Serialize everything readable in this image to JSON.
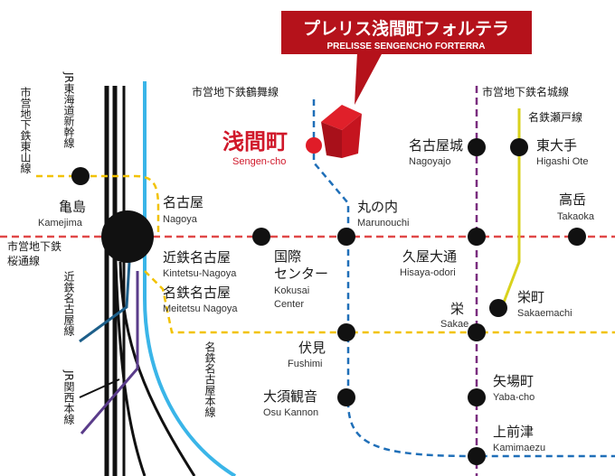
{
  "banner": {
    "title": "プレリス浅間町フォルテラ",
    "subtitle": "PRELISSE SENGENCHO FORTERRA",
    "color": "#b5121b"
  },
  "colors": {
    "tsurumai": "#1f6fb8",
    "meijo": "#7a2d7f",
    "higashiyama": "#f2c200",
    "sakuradori": "#e04848",
    "seto": "#d9d21c",
    "meitetsu": "#3ab5e8",
    "kintetsu": "#1d5f8a",
    "kansai": "#5a3c8a"
  },
  "lines": {
    "tsurumai": "市営地下鉄鶴舞線",
    "meijo": "市営地下鉄名城線",
    "seto": "名鉄瀬戸線",
    "higashiyama": "市営地下鉄東山線",
    "sakuradori_1": "市営地下鉄",
    "sakuradori_2": "桜通線",
    "jr_tokaido": "JR東海道新幹線",
    "kintetsu": "近鉄名古屋線",
    "jr_kansai": "JR関西本線",
    "meitetsu": "名鉄名古屋本線"
  },
  "target": {
    "name_jp": "浅間町",
    "name_en": "Sengen-cho"
  },
  "stations": {
    "nagoyajo": {
      "jp": "名古屋城",
      "en": "Nagoyajo"
    },
    "higashiote": {
      "jp": "東大手",
      "en": "Higashi Ote"
    },
    "kamejima": {
      "jp": "亀島",
      "en": "Kamejima"
    },
    "nagoya": {
      "jp": "名古屋",
      "en": "Nagoya"
    },
    "marunouchi": {
      "jp": "丸の内",
      "en": "Marunouchi"
    },
    "takaoka": {
      "jp": "高岳",
      "en": "Takaoka"
    },
    "kintetsu_nagoya": {
      "jp": "近鉄名古屋",
      "en": "Kintetsu-Nagoya"
    },
    "meitetsu_nagoya": {
      "jp": "名鉄名古屋",
      "en": "Meitetsu Nagoya"
    },
    "kokusai": {
      "jp_1": "国際",
      "jp_2": "センター",
      "en_1": "Kokusai",
      "en_2": "Center"
    },
    "hisaya": {
      "jp": "久屋大通",
      "en": "Hisaya-odori"
    },
    "sakae": {
      "jp": "栄",
      "en": "Sakae"
    },
    "sakaemachi": {
      "jp": "栄町",
      "en": "Sakaemachi"
    },
    "fushimi": {
      "jp": "伏見",
      "en": "Fushimi"
    },
    "osukannon": {
      "jp": "大須観音",
      "en": "Osu Kannon"
    },
    "yabacho": {
      "jp": "矢場町",
      "en": "Yaba-cho"
    },
    "kamimaezu": {
      "jp": "上前津",
      "en": "Kamimaezu"
    }
  }
}
